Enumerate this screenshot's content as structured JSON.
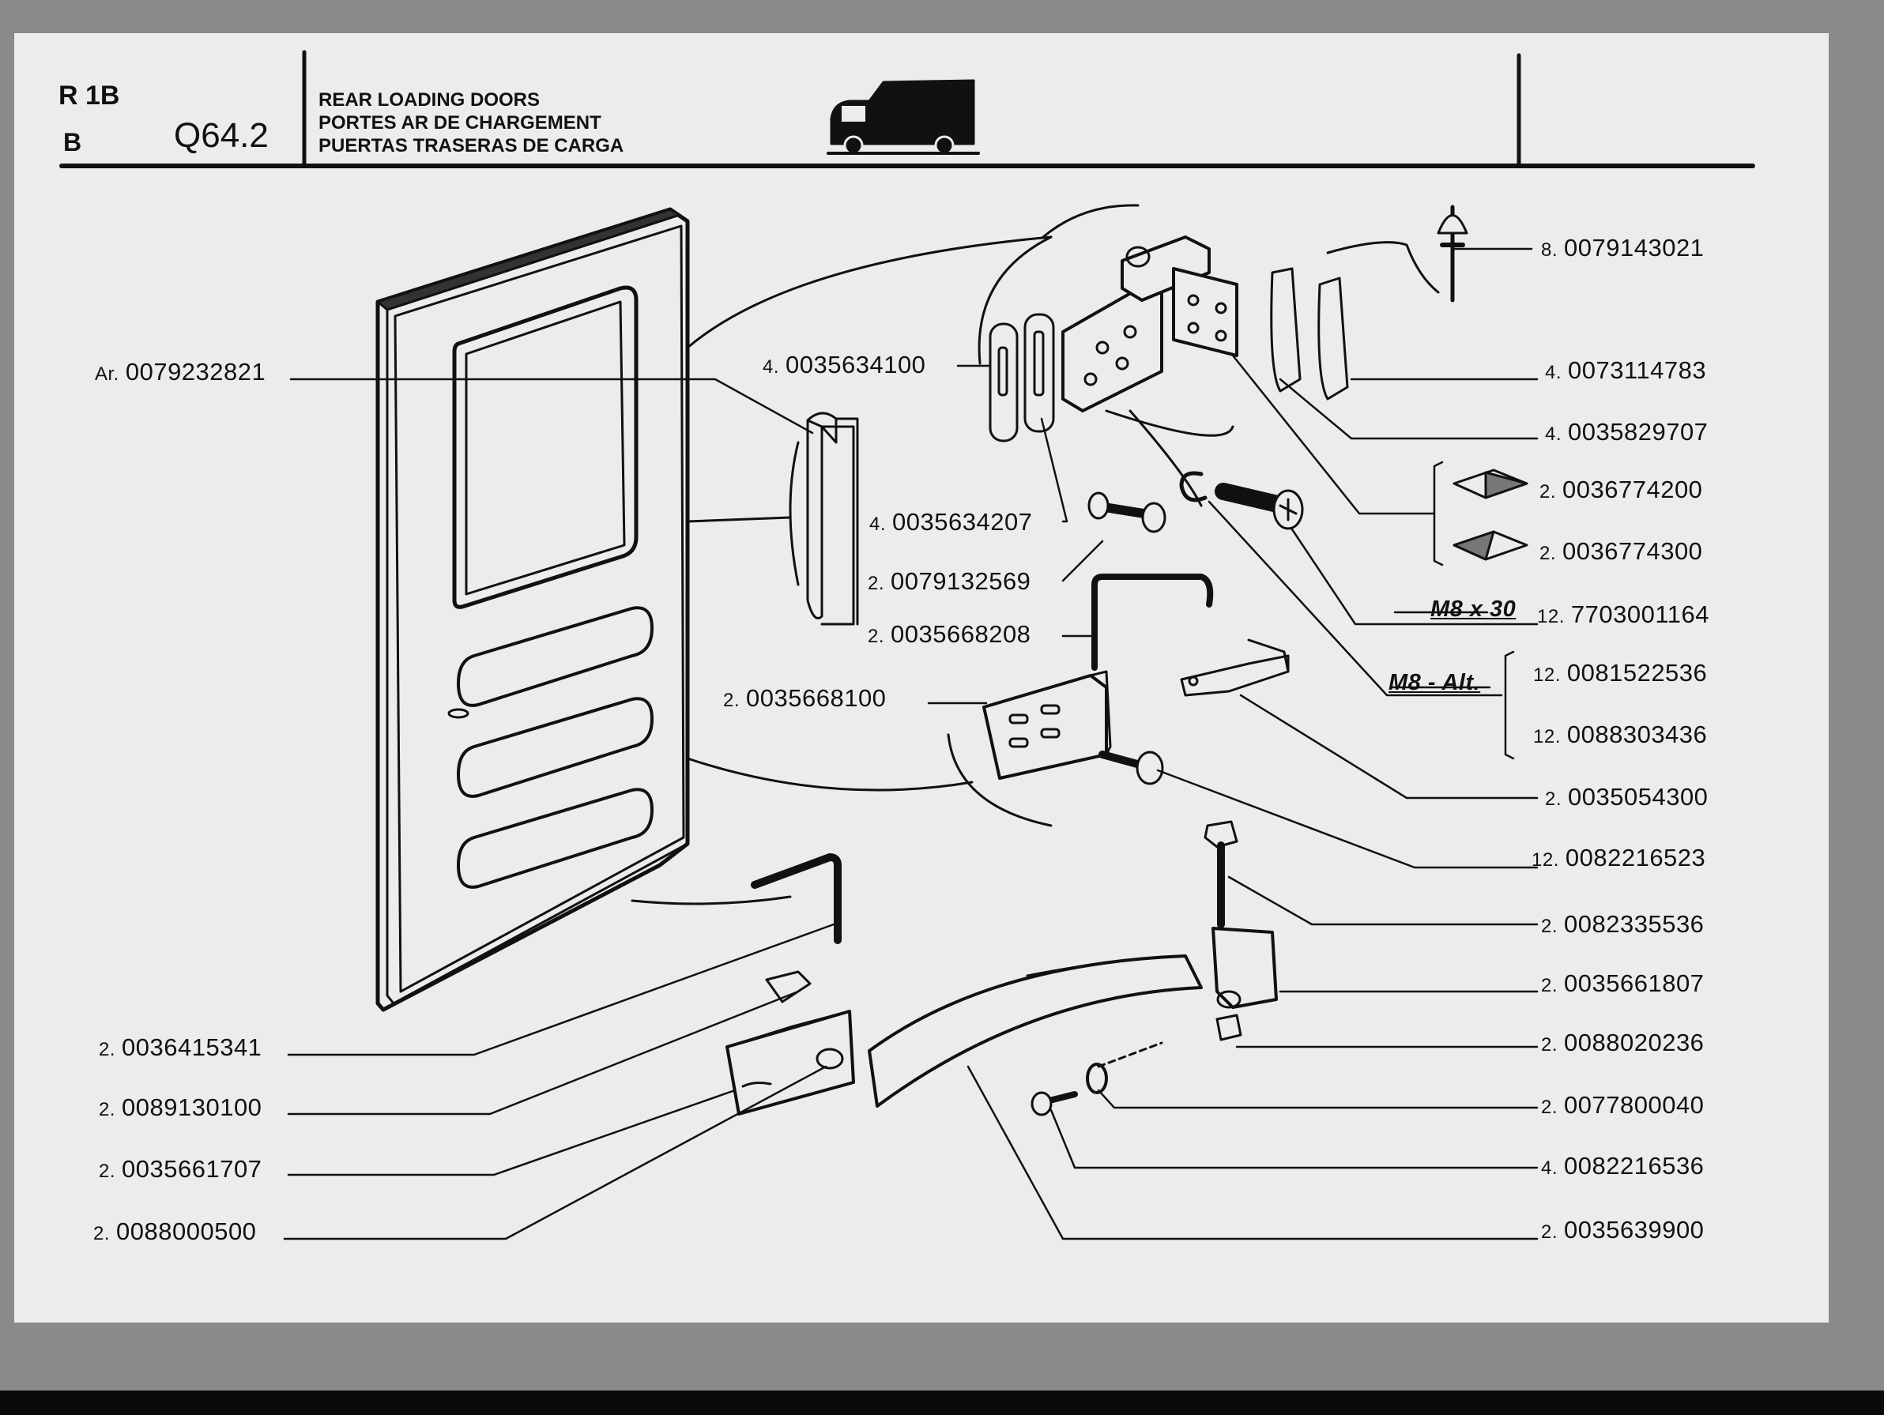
{
  "header": {
    "model_top": "R 1B",
    "model_bottom": "B",
    "plate": "Q64.2",
    "title_en": "REAR LOADING DOORS",
    "title_fr": "PORTES AR DE CHARGEMENT",
    "title_es": "PUERTAS TRASERAS DE CARGA",
    "vehicle_icon": "van-icon"
  },
  "parts": [
    {
      "id": "p01",
      "qty": "Ar.",
      "ref": "0079232821"
    },
    {
      "id": "p02",
      "qty": "4.",
      "ref": "0035634100"
    },
    {
      "id": "p03",
      "qty": "4.",
      "ref": "0035634207"
    },
    {
      "id": "p04",
      "qty": "2.",
      "ref": "0079132569"
    },
    {
      "id": "p05",
      "qty": "2.",
      "ref": "0035668208"
    },
    {
      "id": "p06",
      "qty": "2.",
      "ref": "0035668100"
    },
    {
      "id": "p07",
      "qty": "8.",
      "ref": "0079143021"
    },
    {
      "id": "p08",
      "qty": "4.",
      "ref": "0073114783"
    },
    {
      "id": "p09",
      "qty": "4.",
      "ref": "0035829707"
    },
    {
      "id": "p10",
      "qty": "2.",
      "ref": "0036774200"
    },
    {
      "id": "p11",
      "qty": "2.",
      "ref": "0036774300"
    },
    {
      "id": "p12",
      "qty": "12.",
      "ref": "7703001164"
    },
    {
      "id": "p13",
      "qty": "12.",
      "ref": "0081522536"
    },
    {
      "id": "p14",
      "qty": "12.",
      "ref": "0088303436"
    },
    {
      "id": "p15",
      "qty": "2.",
      "ref": "0035054300"
    },
    {
      "id": "p16",
      "qty": "12.",
      "ref": "0082216523"
    },
    {
      "id": "p17",
      "qty": "2.",
      "ref": "0082335536"
    },
    {
      "id": "p18",
      "qty": "2.",
      "ref": "0035661807"
    },
    {
      "id": "p19",
      "qty": "2.",
      "ref": "0088020236"
    },
    {
      "id": "p20",
      "qty": "2.",
      "ref": "0077800040"
    },
    {
      "id": "p21",
      "qty": "4.",
      "ref": "0082216536"
    },
    {
      "id": "p22",
      "qty": "2.",
      "ref": "0035639900"
    },
    {
      "id": "p23",
      "qty": "2.",
      "ref": "0036415341"
    },
    {
      "id": "p24",
      "qty": "2.",
      "ref": "0089130100"
    },
    {
      "id": "p25",
      "qty": "2.",
      "ref": "0035661707"
    },
    {
      "id": "p26",
      "qty": "2.",
      "ref": "0088000500"
    }
  ],
  "callouts": {
    "screw_spec": "M8 x 30",
    "alt_spec": "M8 - Alt."
  }
}
